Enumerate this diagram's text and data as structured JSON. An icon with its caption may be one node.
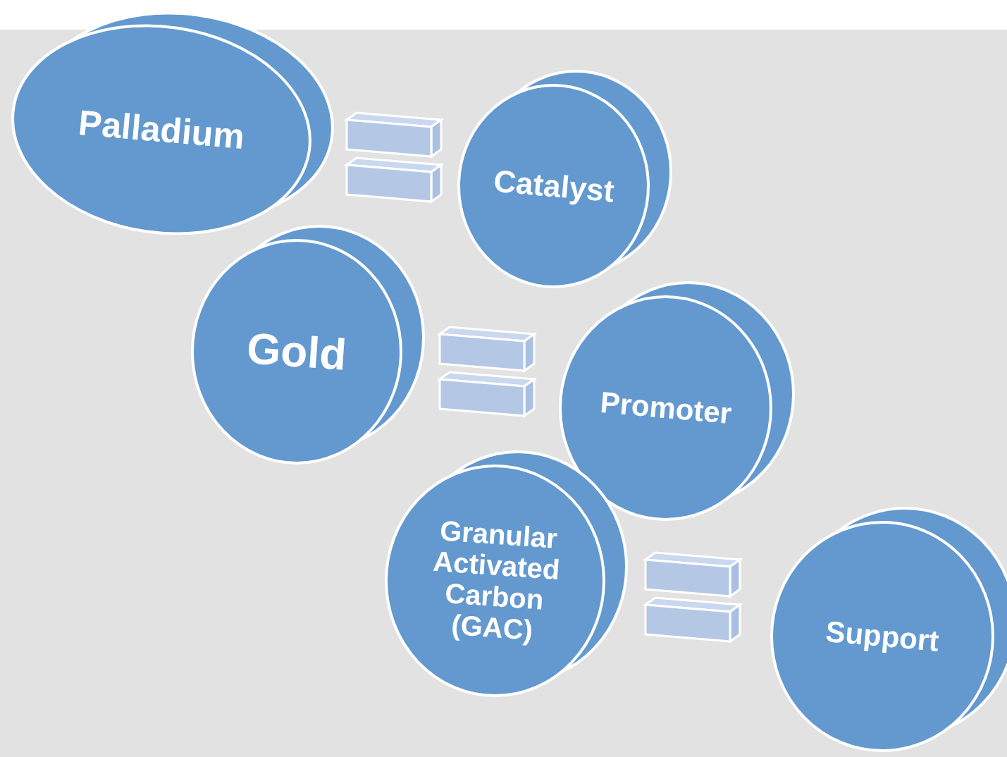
{
  "diagram": {
    "nodes": [
      {
        "text": [
          "Palladium"
        ]
      },
      {
        "text": [
          "Catalyst"
        ]
      },
      {
        "text": [
          "Gold"
        ]
      },
      {
        "text": [
          "Promoter"
        ]
      },
      {
        "text": [
          "Granular Activated Carbon (GAC)"
        ]
      },
      {
        "text": [
          "Support"
        ]
      }
    ]
  }
}
